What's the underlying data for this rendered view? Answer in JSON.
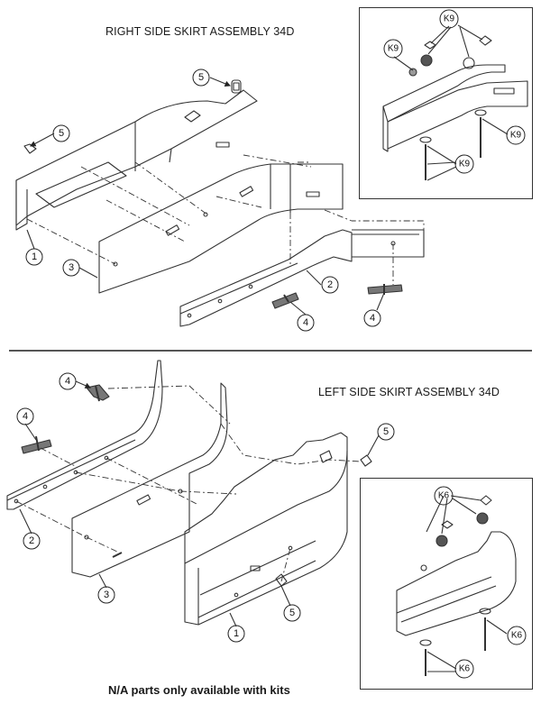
{
  "top_title": "RIGHT SIDE SKIRT ASSEMBLY 34D",
  "bottom_title": "LEFT SIDE SKIRT ASSEMBLY 34D",
  "footer_note": "N/A parts only available with kits",
  "top_callouts": [
    "5",
    "5",
    "1",
    "3",
    "2",
    "4",
    "4"
  ],
  "top_kit_labels": [
    "K9",
    "K9",
    "K9",
    "K9"
  ],
  "bottom_callouts": [
    "4",
    "4",
    "5",
    "2",
    "3",
    "1",
    "5"
  ],
  "bottom_kit_labels": [
    "K6",
    "K6",
    "K6"
  ]
}
